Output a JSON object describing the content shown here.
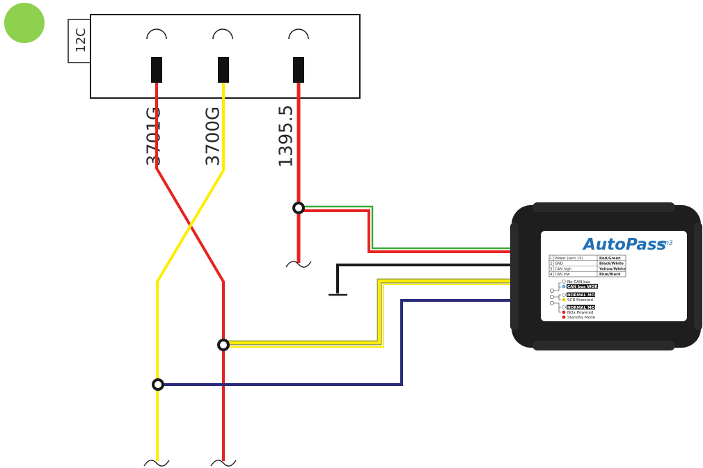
{
  "connector": {
    "label": "12C"
  },
  "wires": {
    "left": {
      "label": "3701G"
    },
    "middle": {
      "label": "3700G"
    },
    "right": {
      "label": "1395.5"
    }
  },
  "device": {
    "brand": "AutoPass",
    "brand_suffix": "gen3",
    "pin_table": [
      {
        "pin": "1",
        "signal": "Power (sem.15)",
        "color": "Red/Green"
      },
      {
        "pin": "2",
        "signal": "GND",
        "color": "Black/White"
      },
      {
        "pin": "3",
        "signal": "CAN high",
        "color": "Yellow/White"
      },
      {
        "pin": "4",
        "signal": "CAN low",
        "color": "Blue/Black"
      }
    ],
    "leds": {
      "g1_off": "No CAN bus",
      "g1_on": "CAN bus WORKS",
      "g2_off": "NORMAL MODE",
      "g2_on": "SCR Powered",
      "g3_off": "NORMAL MODE",
      "g3_on": "NOx Powered",
      "g3_standby": "Standby Mode"
    }
  },
  "colors": {
    "red": "#e52421",
    "yellow": "#ffed00",
    "green": "#3aaa35",
    "black": "#1a1a1a",
    "blue": "#2a2a7a",
    "status_dot": "#8dd14f",
    "device_body": "#1e1e1e",
    "brand": "#1f6fb4"
  }
}
